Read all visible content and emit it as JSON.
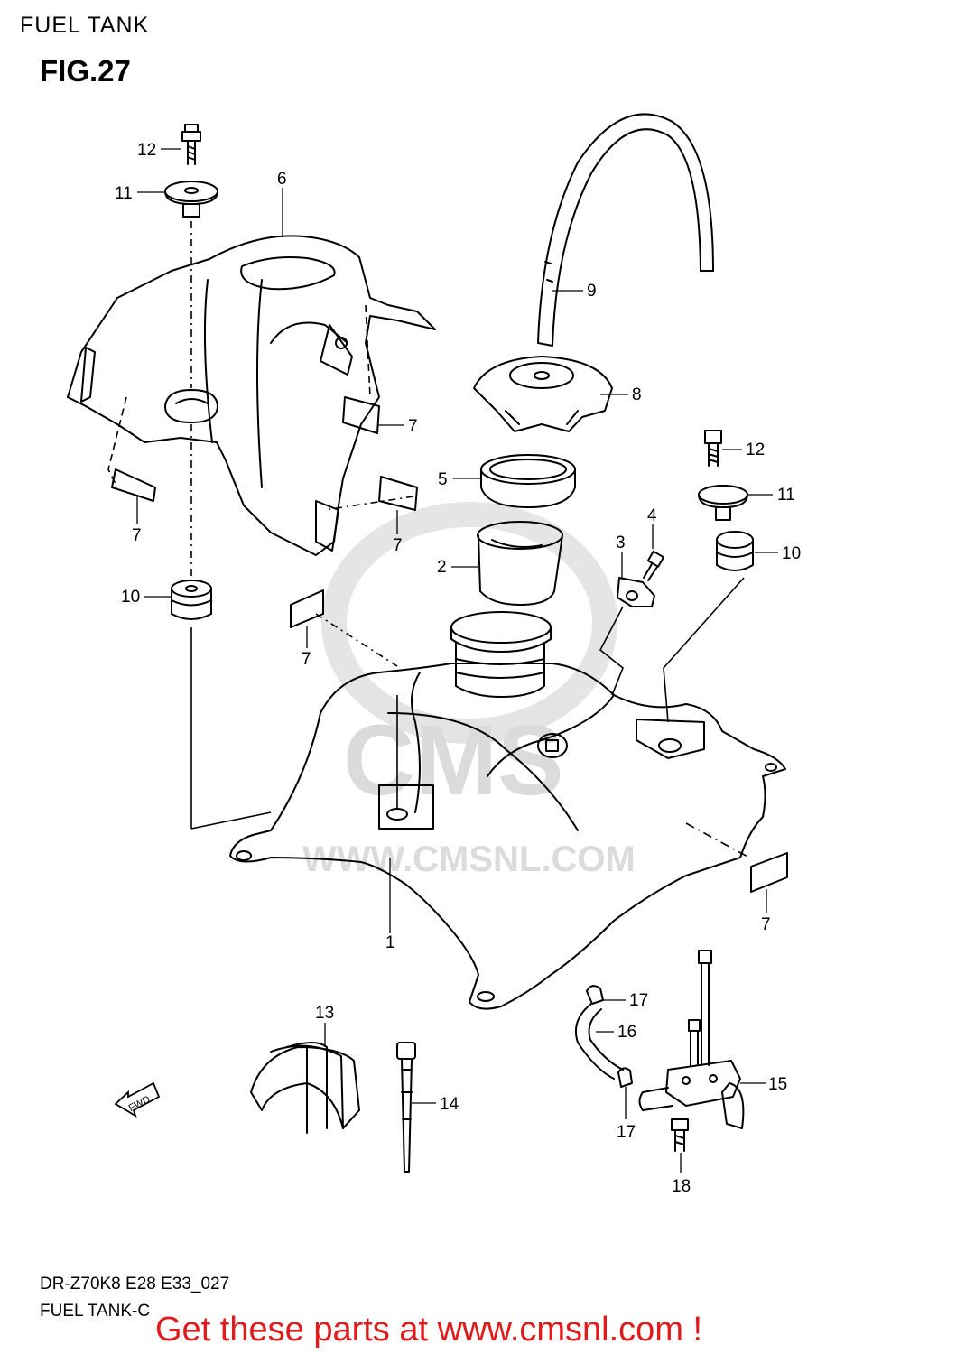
{
  "header": {
    "section_title": "FUEL TANK",
    "figure_label": "FIG.27"
  },
  "watermark": {
    "brand": "CMS",
    "url": "WWW.CMSNL.COM",
    "fwd": "FWD"
  },
  "callouts": {
    "c1": "1",
    "c2": "2",
    "c3": "3",
    "c4": "4",
    "c5": "5",
    "c6": "6",
    "c7a": "7",
    "c7b": "7",
    "c7c": "7",
    "c7d": "7",
    "c7e": "7",
    "c8": "8",
    "c9": "9",
    "c10a": "10",
    "c10b": "10",
    "c11a": "11",
    "c11b": "11",
    "c12a": "12",
    "c12b": "12",
    "c13": "13",
    "c14": "14",
    "c15": "15",
    "c16": "16",
    "c17a": "17",
    "c17b": "17",
    "c18": "18"
  },
  "footer": {
    "model_code": "DR-Z70K8 E28 E33_027",
    "sub_title": "FUEL TANK-C",
    "promo": "Get these parts at www.cmsnl.com !"
  },
  "colors": {
    "line": "#000000",
    "watermark": "#d8d8d8",
    "promo": "#e11b1b"
  }
}
